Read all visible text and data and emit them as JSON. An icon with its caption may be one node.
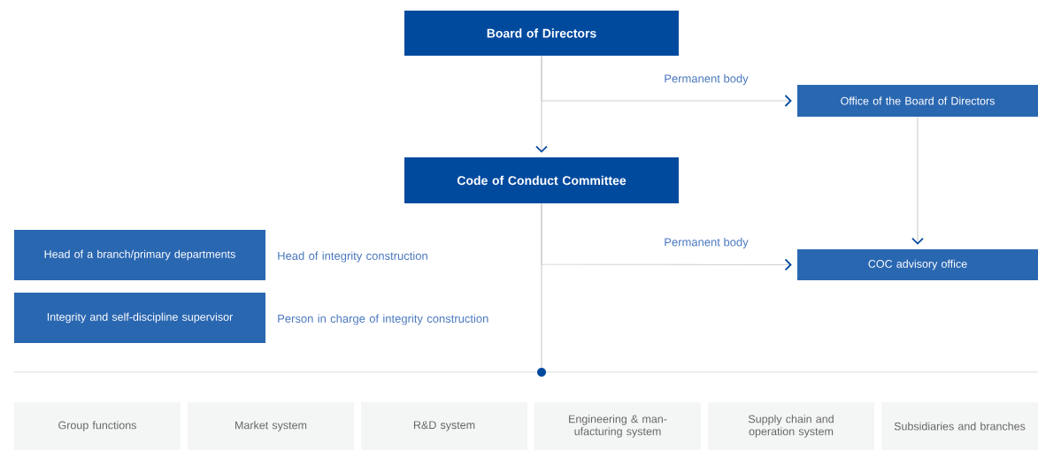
{
  "diagram": {
    "nodes": [
      {
        "text": [
          "Board of Directors"
        ]
      },
      {
        "text": [
          "Office of the Board of Directors"
        ]
      },
      {
        "text": [
          "Code of Conduct Committee"
        ]
      },
      {
        "text": [
          "Head of a branch/primary departments"
        ],
        "beside": [
          "Head of integrity construction"
        ]
      },
      {
        "text": [
          "Integrity and self-discipline supervisor"
        ],
        "beside": [
          "Person in charge of integrity construction"
        ]
      },
      {
        "text": [
          "COC advisory office"
        ]
      },
      {
        "text": [],
        "shape": "circle"
      },
      {
        "text": [
          "Group functions"
        ]
      },
      {
        "text": [
          "Market system"
        ]
      },
      {
        "text": [
          "R&D system"
        ]
      },
      {
        "text": [
          "Engineering & man-ufacturing system"
        ]
      },
      {
        "text": [
          "Supply chain and operation system"
        ]
      },
      {
        "text": [
          "Subsidiaries and branches"
        ]
      }
    ],
    "edges": [
      {
        "from": 0,
        "to": 2,
        "arrow": "to"
      },
      {
        "from": 0,
        "to": 1,
        "arrow": "to",
        "label": "Permanent body"
      },
      {
        "from": 1,
        "to": 5,
        "arrow": "to"
      },
      {
        "from": 2,
        "to": 5,
        "arrow": "to",
        "label": "Permanent body"
      },
      {
        "from": 2,
        "to": 6,
        "arrow": "none"
      }
    ]
  }
}
